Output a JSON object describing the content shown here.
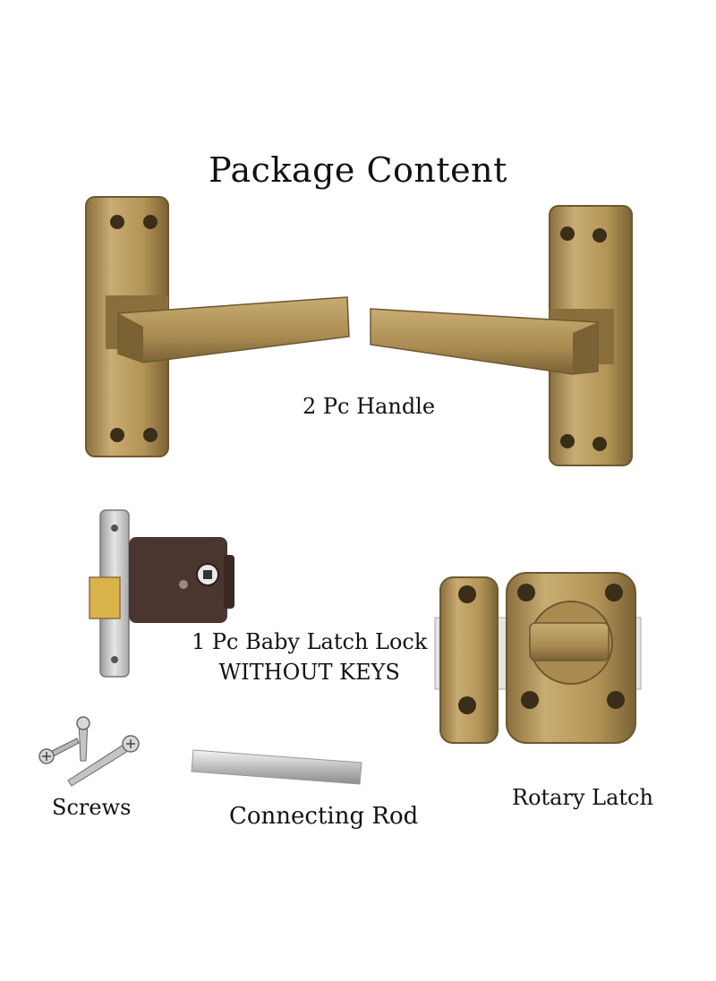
{
  "title": "Package Content",
  "items": {
    "handle": {
      "label": "2 Pc Handle"
    },
    "latch_lock": {
      "label_line1": "1 Pc Baby Latch Lock",
      "label_line2": "WITHOUT KEYS"
    },
    "screws": {
      "label": "Screws"
    },
    "rod": {
      "label": "Connecting Rod"
    },
    "rotary": {
      "label": "Rotary Latch"
    }
  },
  "colors": {
    "brass_light": "#c9ac72",
    "brass": "#a98b52",
    "brass_dark": "#6d5830",
    "lock_body": "#4a3530",
    "steel": "#c8c8c8"
  }
}
